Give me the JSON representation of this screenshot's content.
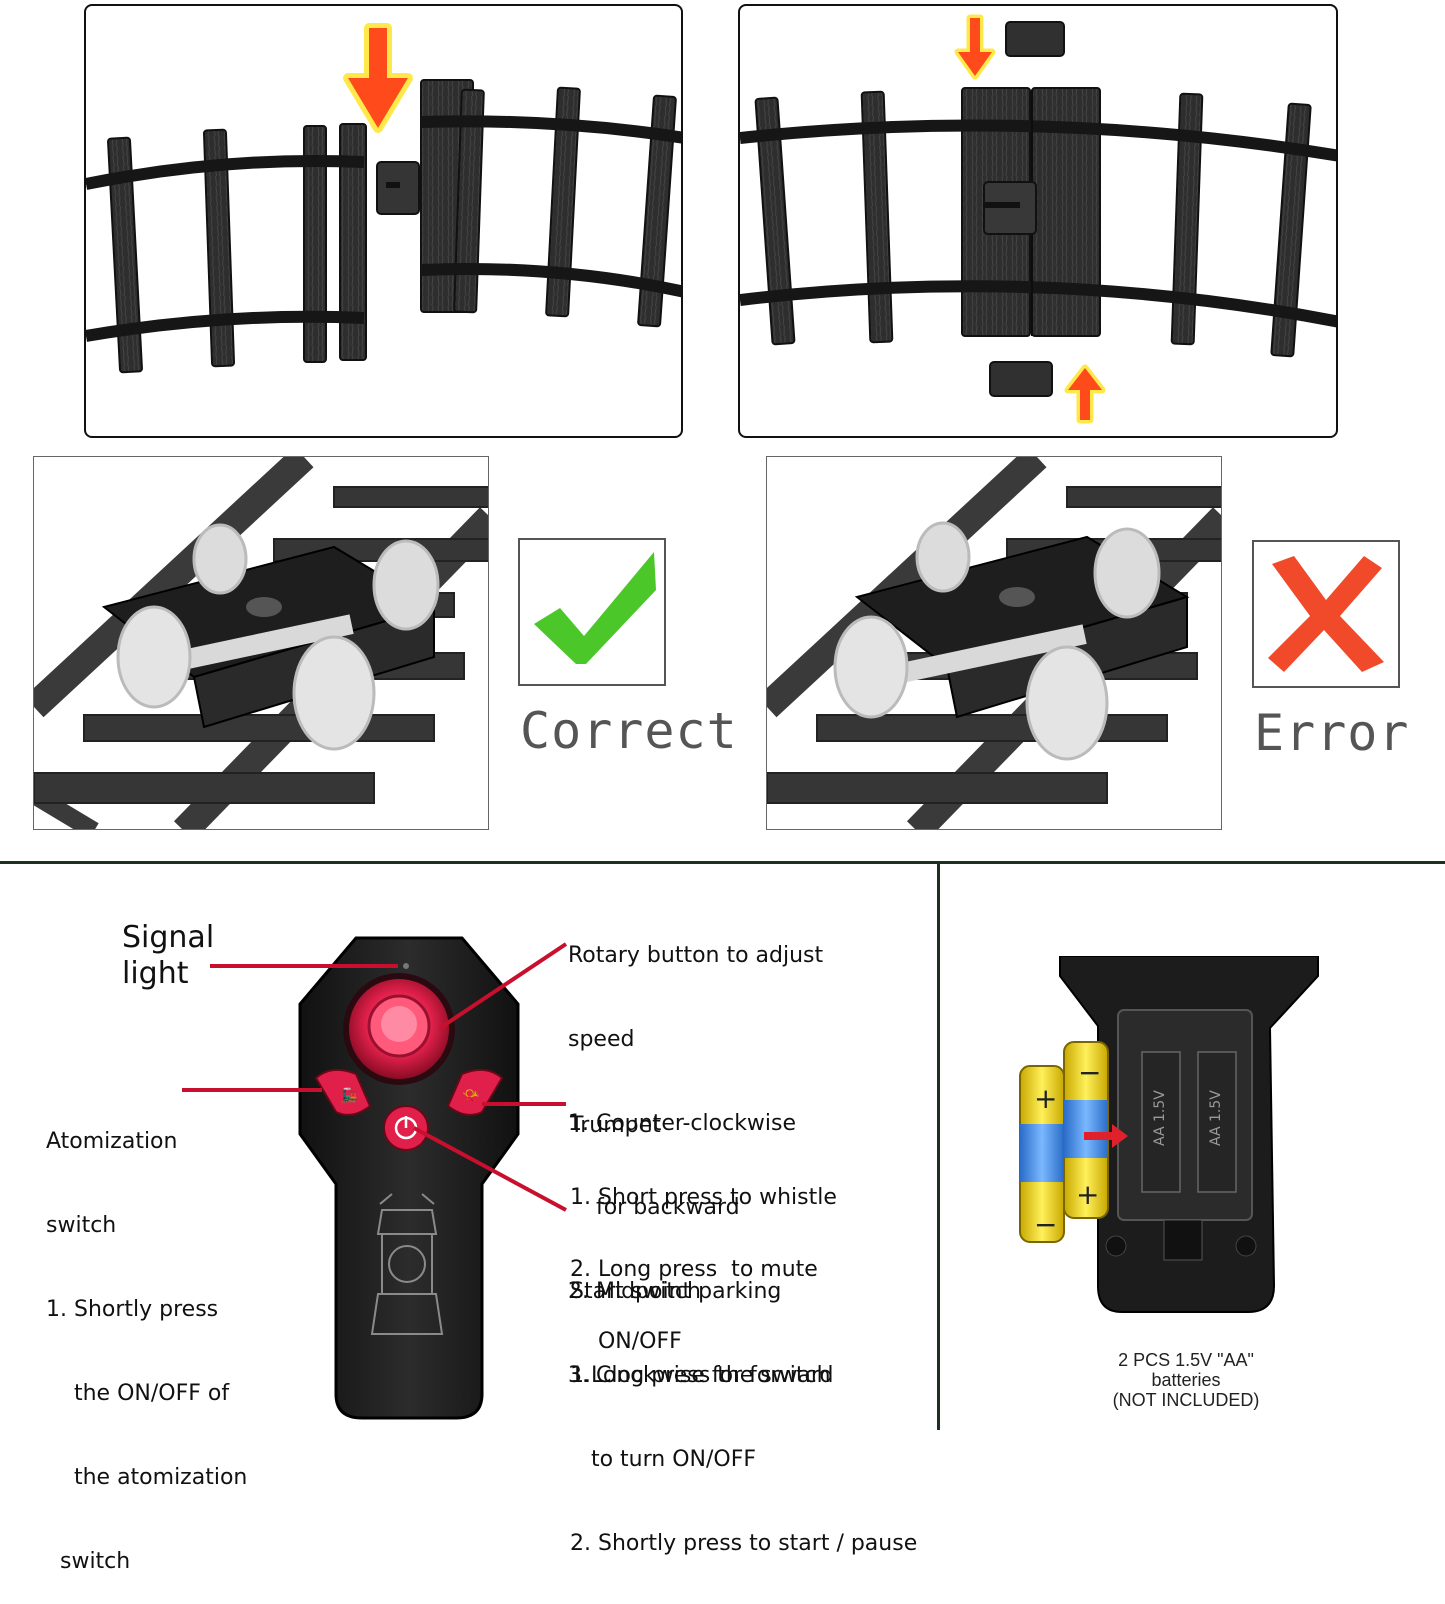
{
  "verdicts": {
    "correct_label": "Correct",
    "error_label": "Error"
  },
  "icons": {
    "correct": "checkmark-icon",
    "error": "x-mark-icon",
    "arrow": "down-arrow-icon"
  },
  "colors": {
    "arrow": "#ff4a1c",
    "arrow_glow": "#ffe94a",
    "check": "#4cc72a",
    "cross": "#f04a2a",
    "pointer_line": "#c8102e",
    "divider": "#1e3020",
    "dial": "#e0204a"
  },
  "controller": {
    "signal_light": {
      "lines": [
        "Signal",
        "light"
      ]
    },
    "atomization": {
      "lines": [
        "Atomization",
        "switch",
        "1. Shortly press",
        "    the ON/OFF of",
        "    the atomization",
        "  switch"
      ]
    },
    "rotary": {
      "lines": [
        "Rotary button to adjust",
        "speed",
        "1. Counter-clockwise",
        "    for backward",
        "2. Midpoint parking",
        "3. Clockwise for forward"
      ]
    },
    "trumpet": {
      "lines": [
        "Trumpet",
        "1. Short press to whistle",
        "2. Long press  to mute",
        "    ON/OFF"
      ]
    },
    "start": {
      "lines": [
        "Start switch",
        "1.Long press the switch",
        "   to turn ON/OFF",
        "2. Shortly press to start / pause"
      ]
    }
  },
  "battery": {
    "lines": [
      "2 PCS 1.5V \"AA\"",
      "batteries",
      "(NOT INCLUDED)"
    ],
    "cell_marking": "AA 1.5V"
  }
}
